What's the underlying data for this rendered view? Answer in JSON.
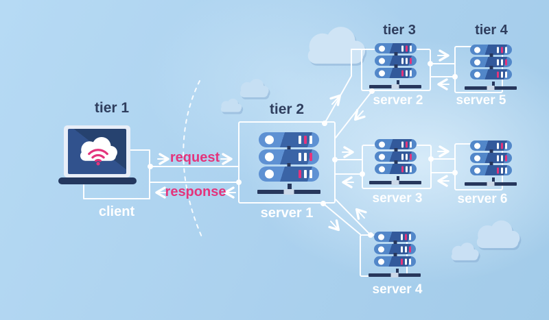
{
  "tiers": {
    "tier1": "tier 1",
    "tier2": "tier 2",
    "tier3": "tier 3",
    "tier4": "tier 4"
  },
  "client": {
    "label": "client",
    "icon": "laptop-with-wifi-cloud"
  },
  "flow": {
    "request": "request",
    "response": "response"
  },
  "servers": {
    "server1": "server 1",
    "server2": "server 2",
    "server3": "server 3",
    "server4": "server 4",
    "server5": "server 5",
    "server6": "server 6"
  },
  "icons": {
    "client_screen": "wifi-cloud-icon",
    "server_node": "server-rack-icon",
    "decoration": "cloud-icon"
  },
  "colors": {
    "background": "#abd1ee",
    "line": "#ffffff",
    "tier_text": "#2f3e5e",
    "server_text": "#ffffff",
    "flow_text": "#e4347c",
    "server_bar_light": "#5e91d3",
    "server_bar_dark": "#3a64a6",
    "accent_pink": "#e4347c",
    "dark_navy": "#27375c",
    "laptop_screen": "#2c4d86",
    "cloud": "#cfe4f5"
  }
}
